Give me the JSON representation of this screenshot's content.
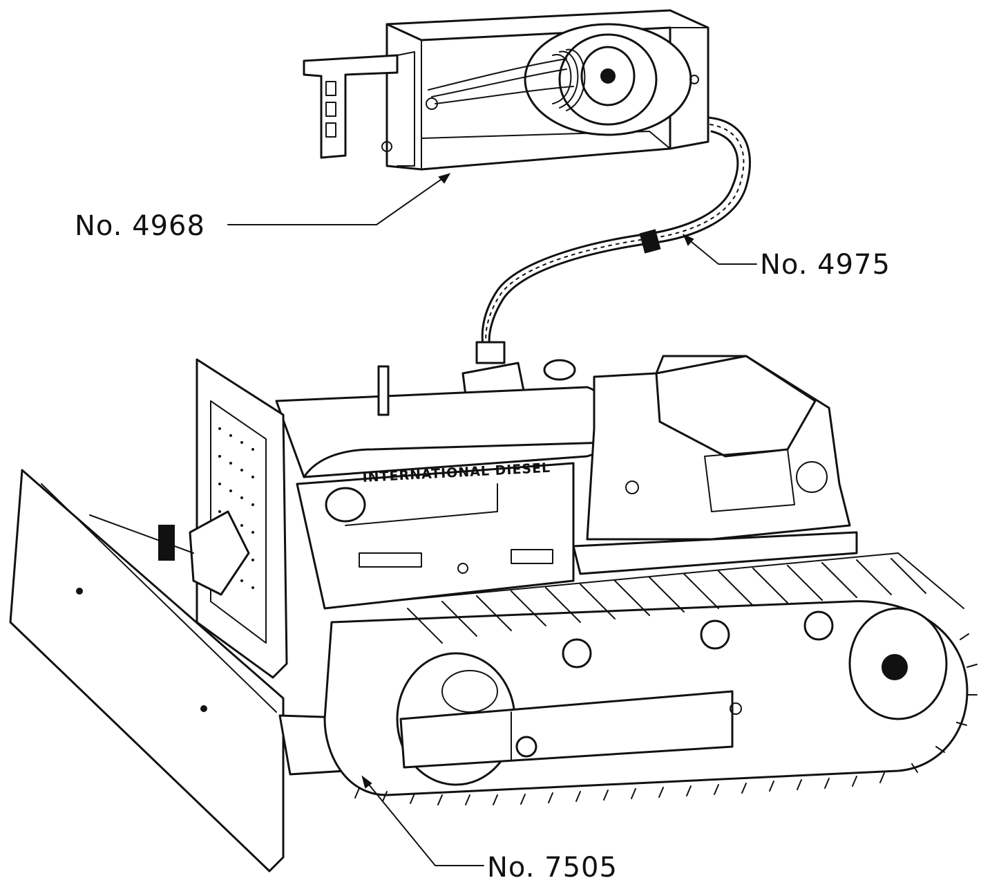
{
  "figure": {
    "nameplate": "INTERNATIONAL DIESEL",
    "callouts": [
      {
        "id": "relay-box",
        "text": "No. 4968"
      },
      {
        "id": "cable",
        "text": "No. 4975"
      },
      {
        "id": "tractor",
        "text": "No. 7505"
      }
    ]
  }
}
